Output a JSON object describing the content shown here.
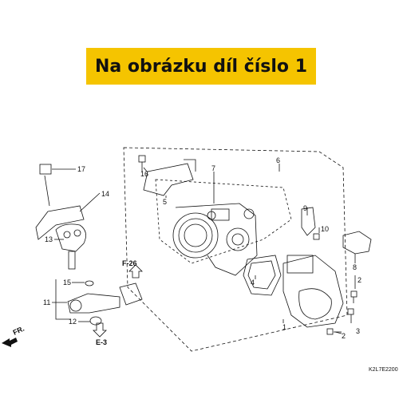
{
  "banner": {
    "text": "Na obrázku díl číslo 1"
  },
  "callouts": {
    "c1": "1",
    "c2a": "2",
    "c2b": "2",
    "c3": "3",
    "c4": "4",
    "c5": "5",
    "c6": "6",
    "c7": "7",
    "c8": "8",
    "c9": "9",
    "c10": "10",
    "c11": "11",
    "c12": "12",
    "c13": "13",
    "c14": "14",
    "c15": "15",
    "c16": "16",
    "c17": "17"
  },
  "references": {
    "f26": "F-26",
    "e3": "E-3"
  },
  "direction": {
    "fr": "FR."
  },
  "diagram_code": "K2L7E2200",
  "colors": {
    "banner": "#f5c400",
    "line": "#111111"
  }
}
